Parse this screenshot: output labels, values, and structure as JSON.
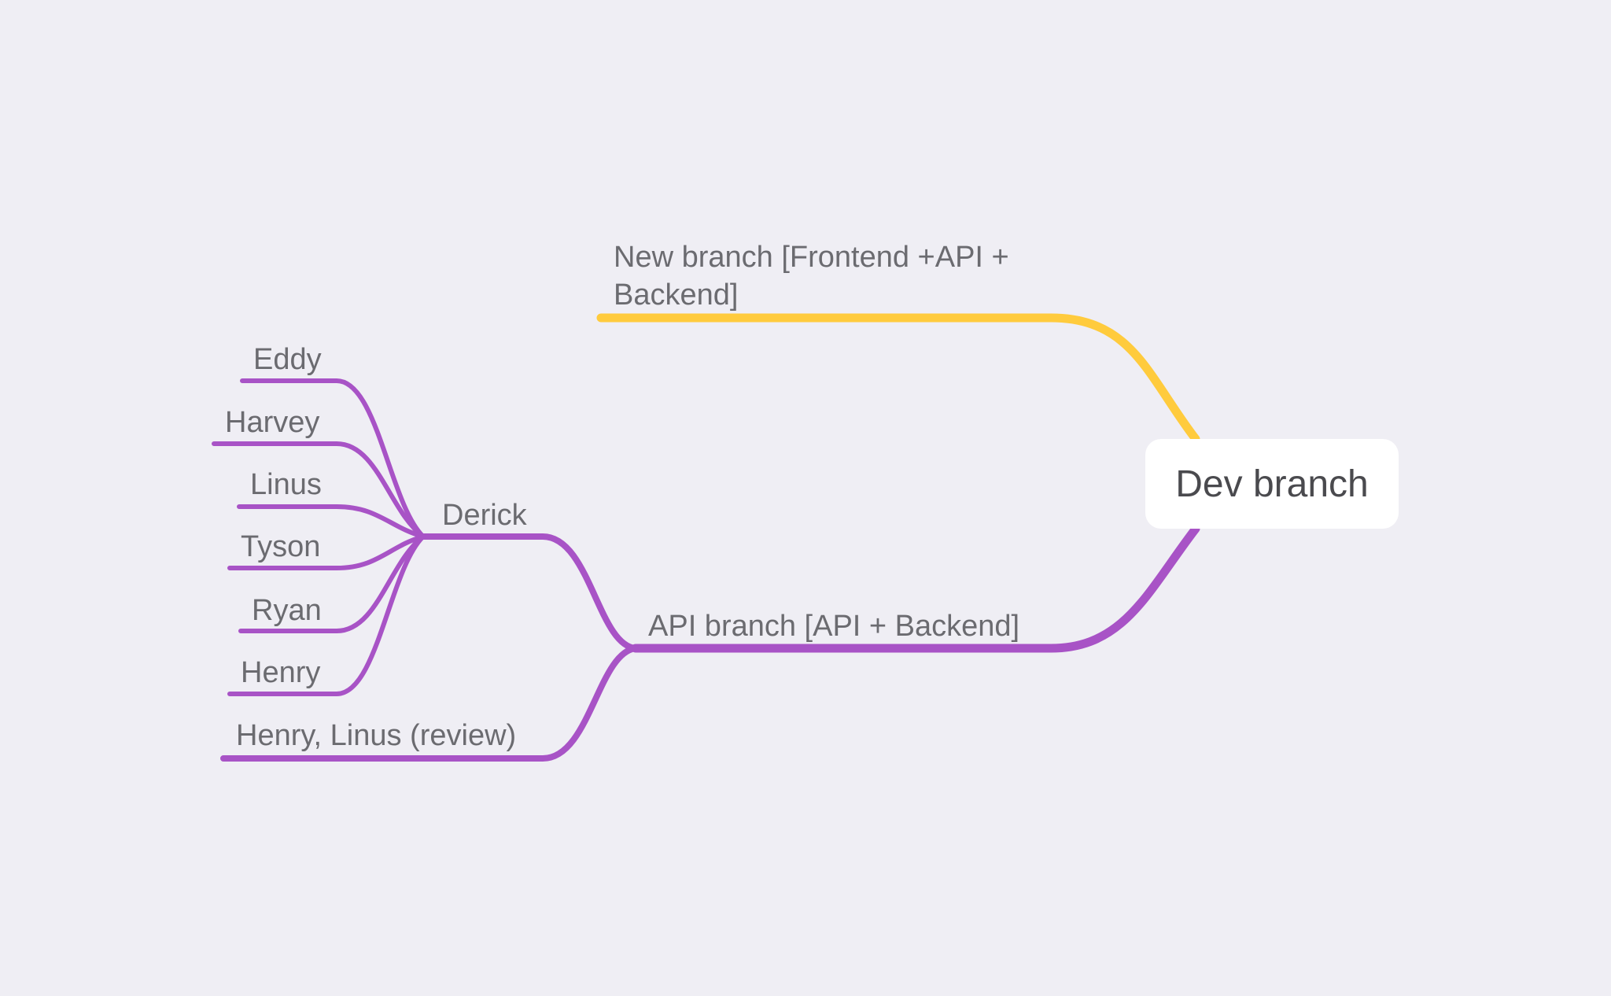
{
  "colors": {
    "background": "#efeef4",
    "yellow_branch": "#ffcb3d",
    "purple_branch": "#a853c6",
    "label_text": "#6b6b70"
  },
  "root": {
    "label": "Dev branch"
  },
  "branches": {
    "new_branch": {
      "line1": "New branch [Frontend +API +",
      "line2": "Backend]"
    },
    "api_branch": {
      "label": "API branch [API + Backend]"
    },
    "derick": {
      "label": "Derick"
    },
    "review": {
      "label": "Henry, Linus (review)"
    },
    "people": [
      "Eddy",
      "Harvey",
      "Linus",
      "Tyson",
      "Ryan",
      "Henry"
    ]
  }
}
